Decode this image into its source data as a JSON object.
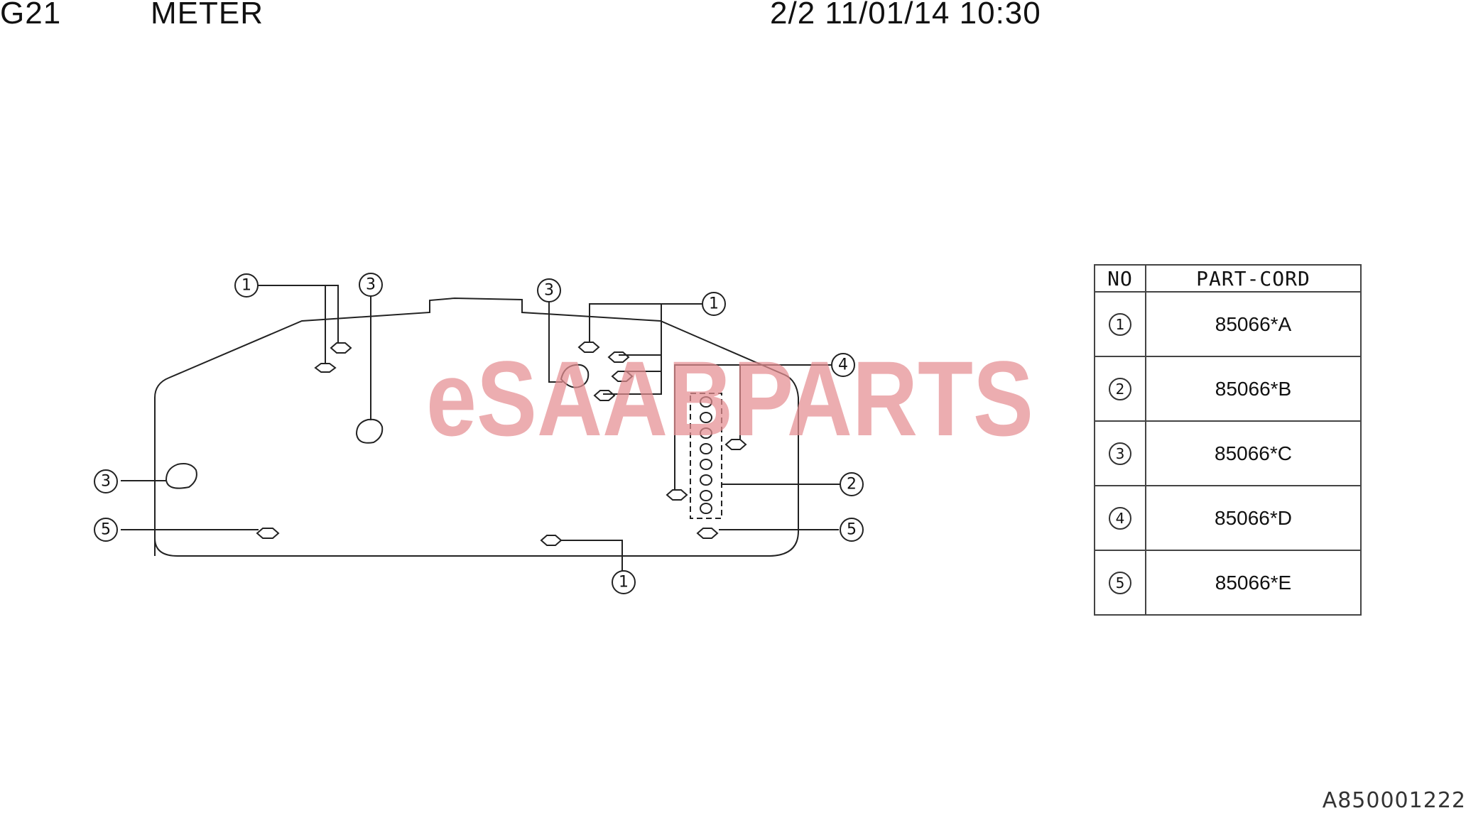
{
  "header": {
    "code": "G21",
    "title": "METER",
    "page_stamp": "2/2 11/01/14 10:30"
  },
  "watermark": {
    "left": "e",
    "brand": "SAAB",
    "right": "PARTS",
    "color": "#e58e92"
  },
  "callouts": {
    "one": "1",
    "two": "2",
    "three": "3",
    "four": "4",
    "five": "5"
  },
  "parts_table": {
    "headers": [
      "NO",
      "PART-CORD"
    ],
    "rows": [
      {
        "no": "1",
        "code": "85066*A"
      },
      {
        "no": "2",
        "code": "85066*B"
      },
      {
        "no": "3",
        "code": "85066*C"
      },
      {
        "no": "4",
        "code": "85066*D"
      },
      {
        "no": "5",
        "code": "85066*E"
      }
    ]
  },
  "footer": {
    "drawing_id": "A850001222"
  }
}
